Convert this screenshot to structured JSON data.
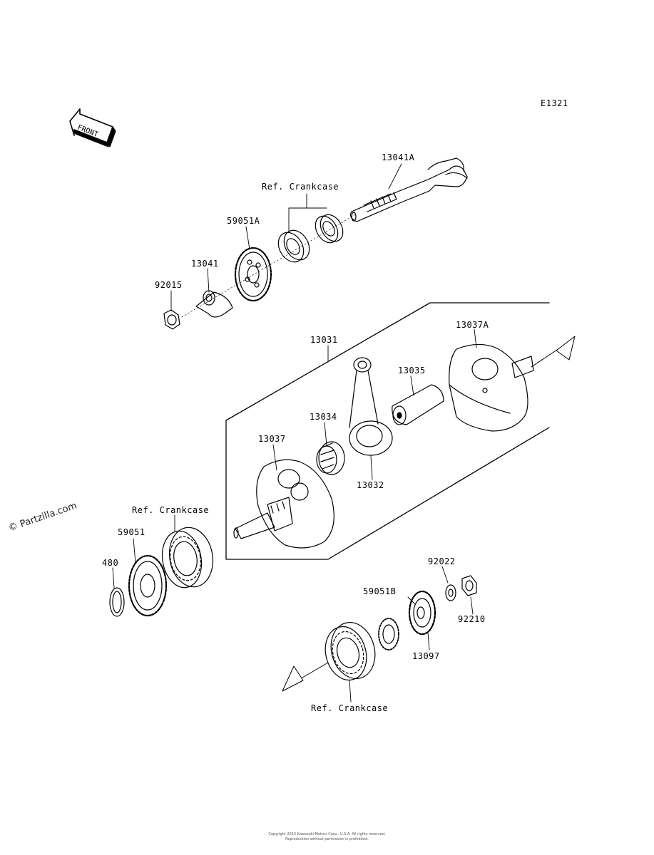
{
  "diagram_code": "E1321",
  "front_badge": "FRONT",
  "watermark": "© Partzilla.com",
  "colors": {
    "line": "#000000",
    "background": "#ffffff"
  },
  "labels": {
    "p13041A": "13041A",
    "ref_crankcase_top": "Ref. Crankcase",
    "p59051A": "59051A",
    "p13041": "13041",
    "p92015": "92015",
    "p13031": "13031",
    "p13037A": "13037A",
    "p13035": "13035",
    "p13034": "13034",
    "p13037": "13037",
    "p13032": "13032",
    "ref_crankcase_left": "Ref. Crankcase",
    "p59051": "59051",
    "p480": "480",
    "p92022": "92022",
    "p59051B": "59051B",
    "p92210": "92210",
    "p13097": "13097",
    "ref_crankcase_bottom": "Ref. Crankcase"
  },
  "footer": {
    "line1": "Copyright 2014 Kawasaki Motors Corp., U.S.A. All rights reserved.",
    "line2": "Reproduction without permission is prohibited."
  }
}
